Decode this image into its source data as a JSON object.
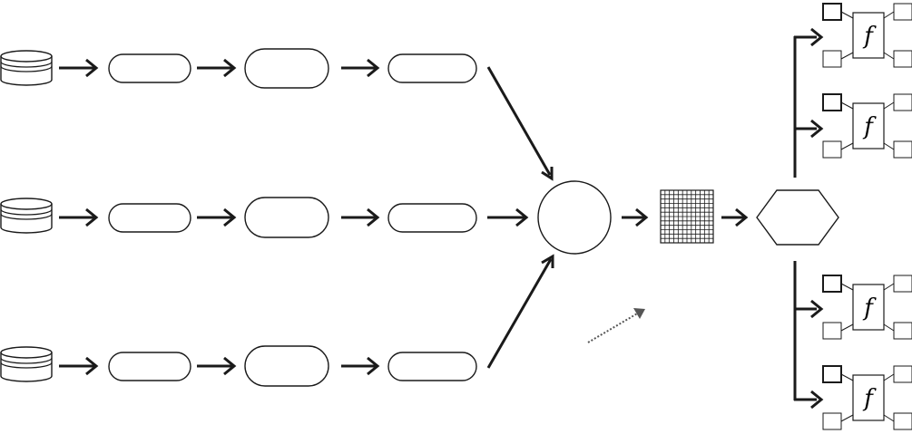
{
  "diagram": {
    "pipeline_rows": [
      "row-top",
      "row-middle",
      "row-bottom"
    ],
    "nodes": {
      "source": {
        "shape": "database-cylinder"
      },
      "stage1": {
        "shape": "rounded-rectangle"
      },
      "stage2": {
        "shape": "stadium"
      },
      "stage3": {
        "shape": "rounded-rectangle"
      },
      "merge": {
        "shape": "circle"
      },
      "matrix": {
        "shape": "grid",
        "rows": 12,
        "cols": 12
      },
      "hub": {
        "shape": "hexagon"
      }
    },
    "function_blocks": [
      {
        "label": "f"
      },
      {
        "label": "f"
      },
      {
        "label": "f"
      },
      {
        "label": "f"
      }
    ],
    "dotted_arrow": {
      "style": "dotted",
      "color": "#555555"
    },
    "colors": {
      "stroke": "#1a1a1a",
      "fill": "#ffffff"
    }
  }
}
